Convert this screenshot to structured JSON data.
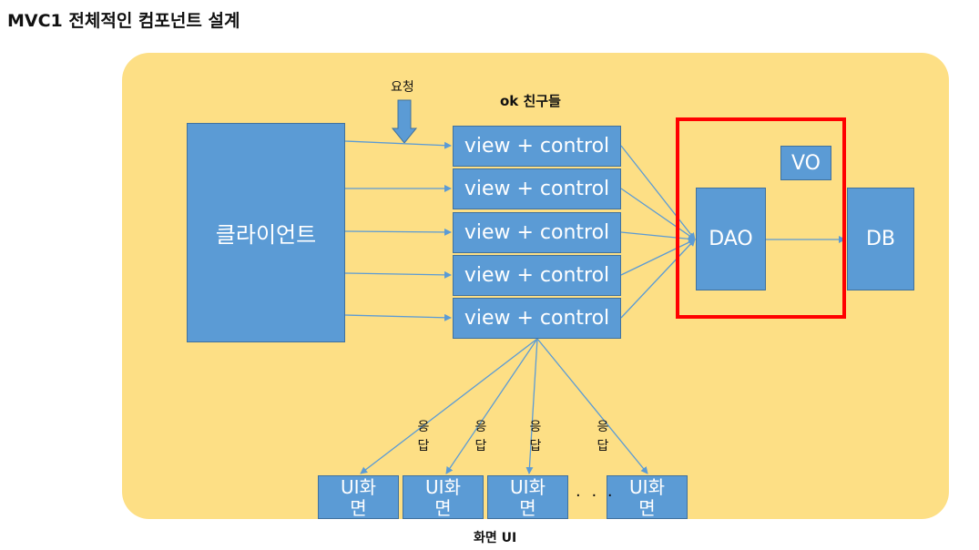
{
  "title": "MVC1 전체적인 컴포넌트 설계",
  "request_label": "요청",
  "group_label": "ok 친구들",
  "client_label": "클라이언트",
  "view_control_boxes": [
    "view + control",
    "view + control",
    "view + control",
    "view + control",
    "view + control"
  ],
  "dao_label": "DAO",
  "vo_label": "VO",
  "db_label": "DB",
  "response_label": [
    "응",
    "답"
  ],
  "ui_screens": [
    {
      "line1": "UI화",
      "line2": "면"
    },
    {
      "line1": "UI화",
      "line2": "면"
    },
    {
      "line1": "UI화",
      "line2": "면"
    },
    {
      "line1": "UI화",
      "line2": "면"
    }
  ],
  "ellipsis": "· · ·",
  "footer_label": "화면 UI",
  "colors": {
    "panel": "#fddf85",
    "box": "#5b9bd5",
    "box_border": "#41719c",
    "highlight": "#ff0000",
    "connector": "#5b9bd5"
  }
}
